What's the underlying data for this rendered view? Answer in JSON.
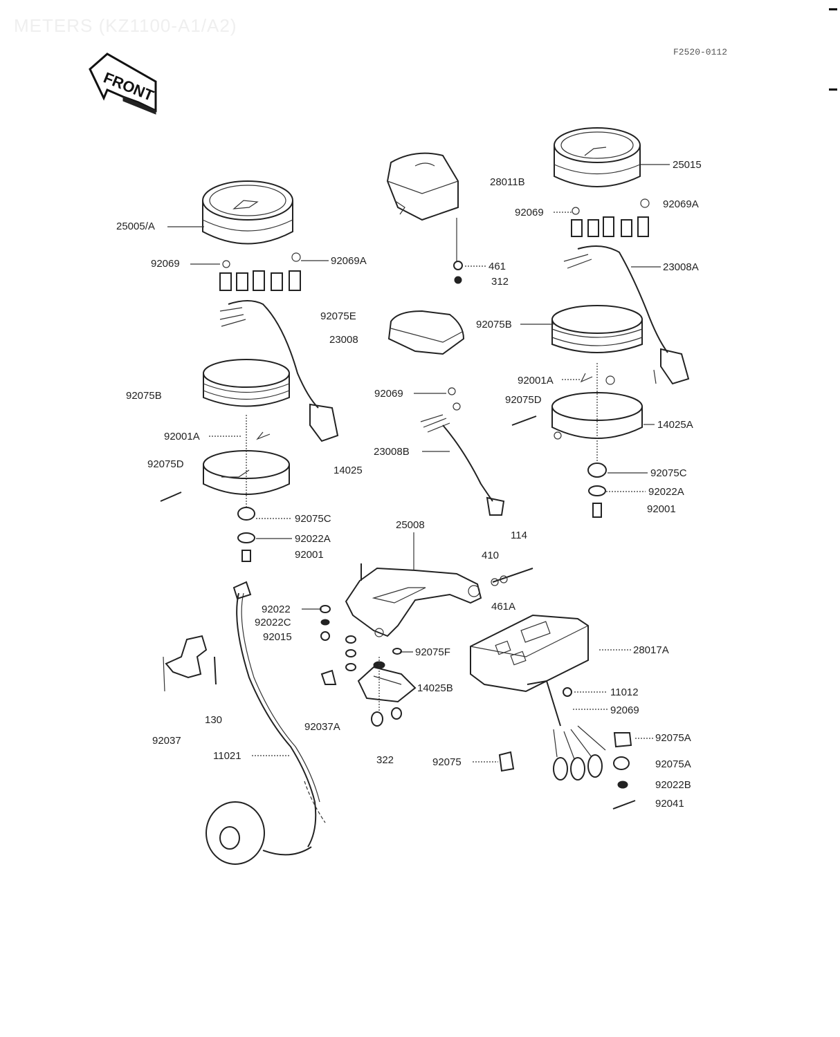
{
  "page": {
    "title": "METERS (KZ1100-A1/A2)",
    "code": "F2520-0112",
    "front_label": "FRONT"
  },
  "labels": {
    "p250057a": "25005/A",
    "p92069_l": "92069",
    "p92069a_l": "92069A",
    "p92075e": "92075E",
    "p23008": "23008",
    "p92075b_l": "92075B",
    "p92001a_l": "92001A",
    "p92075d_l": "92075D",
    "p14025": "14025",
    "p92075c_l": "92075C",
    "p92022a_l": "92022A",
    "p92001_l": "92001",
    "p28011b": "28011B",
    "p461": "461",
    "p312": "312",
    "p25015": "25015",
    "p92069_r": "92069",
    "p92069a_r": "92069A",
    "p23008a": "23008A",
    "p92075b_r": "92075B",
    "p92001a_r": "92001A",
    "p92075d_r": "92075D",
    "p14025a": "14025A",
    "p92075c_r": "92075C",
    "p92022a_r": "92022A",
    "p92001_r": "92001",
    "p92069_m": "92069",
    "p23008b": "23008B",
    "p25008": "25008",
    "p114": "114",
    "p410": "410",
    "p461a": "461A",
    "p92022": "92022",
    "p92022c": "92022C",
    "p92015": "92015",
    "p92075f": "92075F",
    "p14025b": "14025B",
    "p28017a": "28017A",
    "p11012": "11012",
    "p92069_b": "92069",
    "p92075a_1": "92075A",
    "p92075a_2": "92075A",
    "p92022b": "92022B",
    "p92041": "92041",
    "p130": "130",
    "p92037": "92037",
    "p92037a": "92037A",
    "p11021": "11021",
    "p322": "322",
    "p92075": "92075"
  }
}
